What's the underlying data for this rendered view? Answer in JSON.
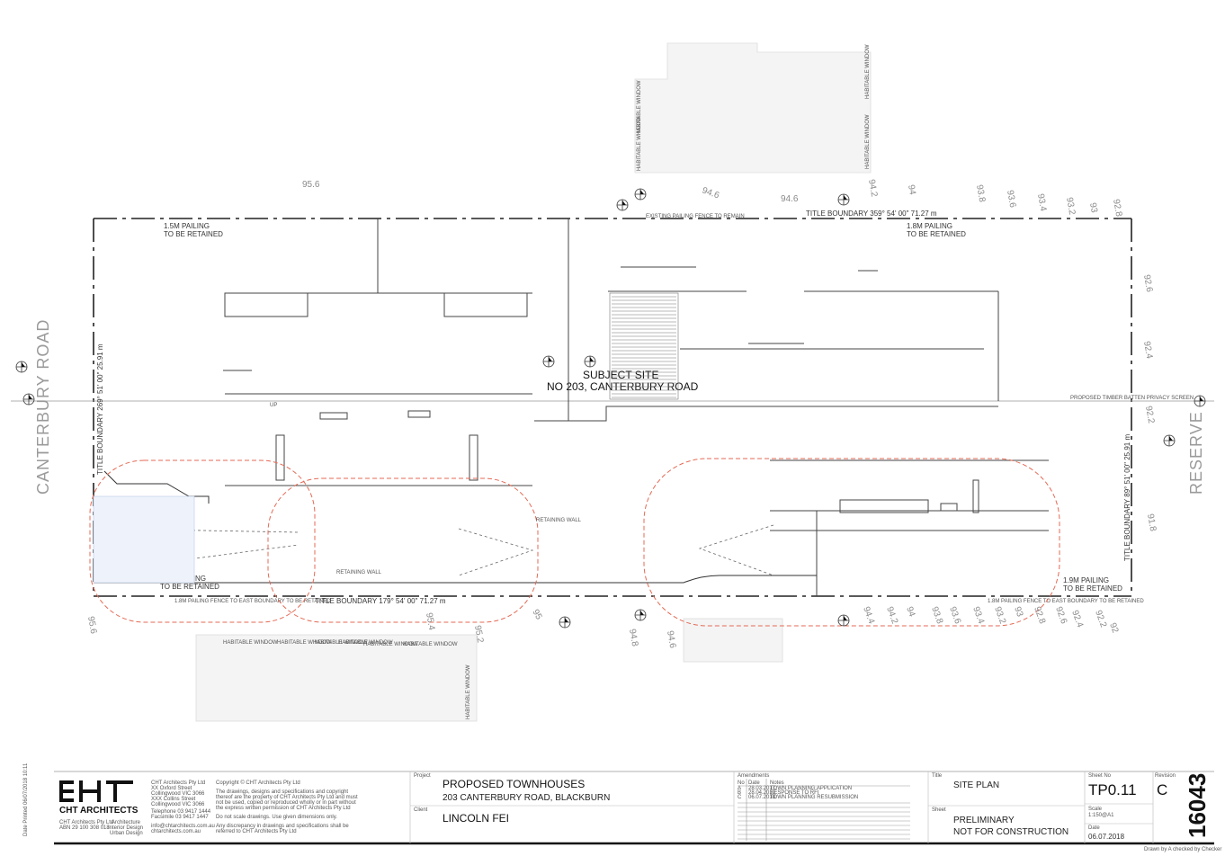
{
  "roads": {
    "west": "CANTERBURY ROAD",
    "east": "RESERVE"
  },
  "site": {
    "line1": "SUBJECT SITE",
    "line2": "NO 203, CANTERBURY ROAD"
  },
  "boundaries": {
    "north": "TITLE BOUNDARY  359° 54' 00\"  71.27 m",
    "south": "TITLE BOUNDARY  179° 54' 00\"  71.27 m",
    "west": "TITLE BOUNDARY  269° 51' 00\"  25.91 m",
    "east": "TITLE BOUNDARY  89° 51' 00\"  25.91 m"
  },
  "fence_notes": {
    "nw": [
      "1.5M PAILING",
      "TO BE RETAINED"
    ],
    "ne": [
      "1.8M PAILING",
      "TO BE RETAINED"
    ],
    "sw": [
      "1.8M PAILING",
      "TO BE RETAINED"
    ],
    "se": [
      "1.9M PAILING",
      "TO BE RETAINED"
    ],
    "north_line": "EXISTING PAILING FENCE TO REMAIN",
    "south_line": "1.8M PAILING FENCE TO EAST BOUNDARY TO BE RETAINED",
    "south_line_e": "1.8M PAILING FENCE TO EAST BOUNDARY TO BE RETAINED",
    "east_screen": "PROPOSED TIMBER BATTEN PRIVACY SCREEN"
  },
  "plan_labels": {
    "retaining_1": "RETAINING WALL",
    "retaining_2": "RETAINING WALL",
    "up": "UP"
  },
  "contours": {
    "north": [
      "95.6",
      "94.6",
      "94.6",
      "94.2",
      "94",
      "93.8",
      "93.6",
      "93.4",
      "93.2",
      "93",
      "92.8"
    ],
    "south": [
      "95.6",
      "95.4",
      "95.2",
      "95",
      "94.8",
      "94.6",
      "94.4",
      "94.2",
      "94",
      "93.8",
      "93.6",
      "93.4",
      "93.2",
      "93",
      "92.8",
      "92.6",
      "92.4",
      "92.2",
      "92"
    ],
    "east": [
      "92.6",
      "92.4",
      "92.2",
      "91.8"
    ]
  },
  "windows": {
    "north": [
      "HABITABLE WINDOW",
      "HABITABLE WINDOW",
      "HABITABLE WINDOW",
      "HABITABLE WINDOW"
    ],
    "south": [
      "HABITABLE WINDOW",
      "HABITABLE WINDOW",
      "HABITABLE WINDOW",
      "HABITABLE WINDOW",
      "HABITABLE WINDOW",
      "HABITABLE WINDOW",
      "HABITABLE WINDOW"
    ]
  },
  "titleblock": {
    "logo_text": "CHT ARCHITECTS",
    "firm_name": "CHT Architects Pty Ltd",
    "firm_lines": [
      "XX Oxford Street",
      "Collingwood VIC 3066",
      "XXX Collins Street",
      "Collingwood VIC 3066",
      "Telephone 03 9417 1444",
      "Facsimile 03 9417 1447",
      "info@chtarchitects.com.au",
      "chtarchitects.com.au"
    ],
    "firm_sub": [
      "CHT Architects Pty Ltd",
      "ABN 29 100 308 018"
    ],
    "firm_services": [
      "Architecture",
      "Interior Design",
      "Urban Design"
    ],
    "copyright": [
      "Copyright © CHT Architects Pty Ltd",
      "The drawings, designs and specifications and copyright",
      "thereof are the property of CHT Architects Pty Ltd and must",
      "not be used, copied or reproduced wholly or in part without",
      "the express written permission of CHT Architects Pty Ltd",
      "Do not scale drawings. Use given dimensions only.",
      "Any discrepancy in drawings and specifications shall be",
      "referred to CHT Architects Pty Ltd"
    ],
    "project_label": "Project",
    "project_name": "PROPOSED TOWNHOUSES",
    "project_address": "203 CANTERBURY ROAD, BLACKBURN",
    "client_label": "Client",
    "client_name": "LINCOLN FEI",
    "amend_label": "Amendments",
    "amend_headers": [
      "No",
      "Date",
      "Notes"
    ],
    "amendments": [
      [
        "A",
        "28.03.2017",
        "TOWN PLANNING APPLICATION"
      ],
      [
        "B",
        "28.04.2017",
        "RESPONSE TO RFI"
      ],
      [
        "C",
        "06.07.2018",
        "TOWN PLANNING RESUBMISSION"
      ]
    ],
    "title_label": "Title",
    "title": "SITE PLAN",
    "sheet_label": "Sheet",
    "status_1": "PRELIMINARY",
    "status_2": "NOT FOR CONSTRUCTION",
    "sheet_no_label": "Sheet No",
    "sheet_no": "TP0.11",
    "revision_label": "Revision",
    "revision": "C",
    "scale_label": "Scale",
    "scale": "1:150@A1",
    "date_label": "Date",
    "date": "06.07.2018",
    "job_no": "16043",
    "drawn": "Drawn by A  checked by Checker",
    "side_note": "Date Printed 06/07/2018 10:11"
  }
}
